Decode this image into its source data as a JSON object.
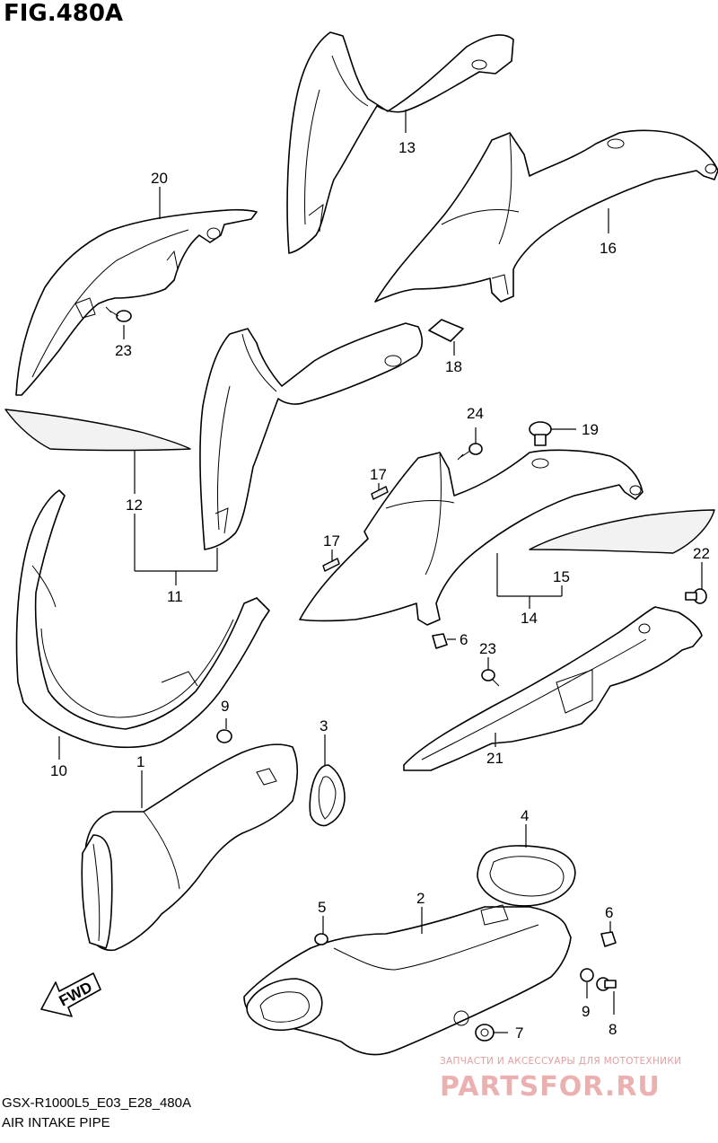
{
  "figure": {
    "title": "FIG.480A",
    "diagram_code": "GSX-R1000L5_E03_E28_480A",
    "diagram_name": "AIR INTAKE PIPE"
  },
  "callouts": {
    "c1": "1",
    "c2": "2",
    "c3": "3",
    "c4": "4",
    "c5": "5",
    "c6a": "6",
    "c6b": "6",
    "c7": "7",
    "c8": "8",
    "c9a": "9",
    "c9b": "9",
    "c10": "10",
    "c11": "11",
    "c12": "12",
    "c13": "13",
    "c14": "14",
    "c15": "15",
    "c16": "16",
    "c17a": "17",
    "c17b": "17",
    "c18": "18",
    "c19": "19",
    "c20": "20",
    "c21": "21",
    "c22": "22",
    "c23a": "23",
    "c23b": "23",
    "c24": "24"
  },
  "direction_label": "FWD",
  "watermark": {
    "tagline": "ЗАПЧАСТИ И АКСЕССУАРЫ ДЛЯ МОТОТЕХНИКИ",
    "brand": "PARTSFOR.RU",
    "color": "#e8a3a3"
  }
}
